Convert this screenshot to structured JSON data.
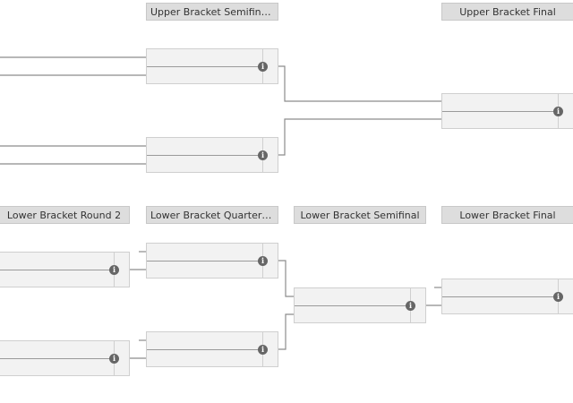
{
  "rounds": {
    "upper_semifinals": "Upper Bracket Semifinals",
    "upper_final": "Upper Bracket Final",
    "lower_round_2": "Lower Bracket Round 2",
    "lower_quarterfinals": "Lower Bracket Quarterfinals",
    "lower_semifinal": "Lower Bracket Semifinal",
    "lower_final": "Lower Bracket Final"
  },
  "info_glyph": "i",
  "matches": {
    "us1": {
      "top": "",
      "bottom": ""
    },
    "us2": {
      "top": "",
      "bottom": ""
    },
    "uf": {
      "top": "",
      "bottom": ""
    },
    "lr1": {
      "top": "",
      "bottom": ""
    },
    "lr2": {
      "top": "",
      "bottom": ""
    },
    "lq1": {
      "top": "",
      "bottom": ""
    },
    "lq2": {
      "top": "",
      "bottom": ""
    },
    "ls": {
      "top": "",
      "bottom": ""
    },
    "lf": {
      "top": "",
      "bottom": ""
    }
  },
  "colors": {
    "header_bg": "#dddddd",
    "match_bg": "#f2f2f2",
    "connector": "#8c8c8c",
    "info_icon": "#666666"
  }
}
